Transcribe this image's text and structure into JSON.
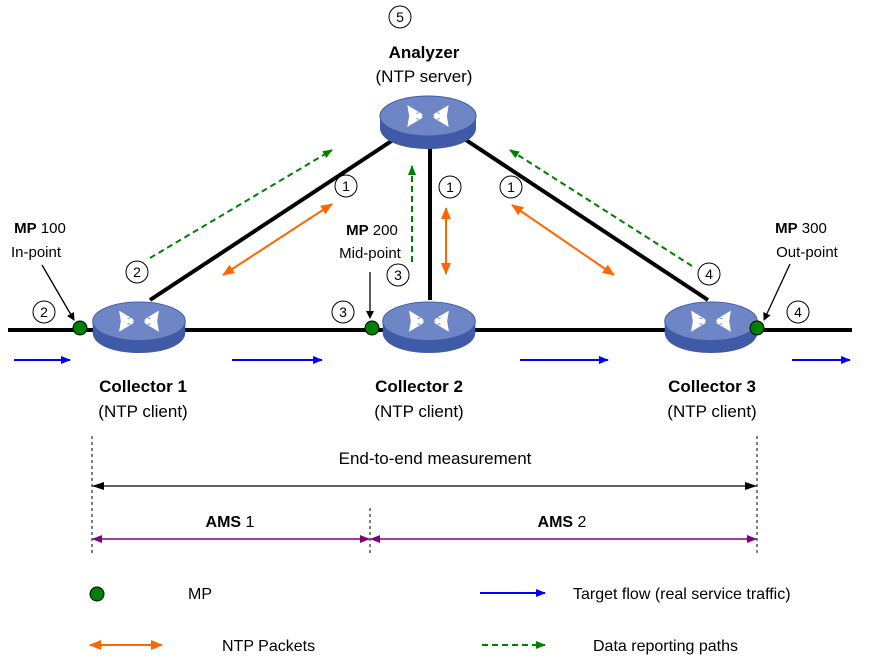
{
  "analyzer": {
    "step": "5",
    "title": "Analyzer",
    "subtitle": "(NTP server)"
  },
  "collectors": [
    {
      "title": "Collector 1",
      "subtitle": "(NTP client)"
    },
    {
      "title": "Collector 2",
      "subtitle": "(NTP client)"
    },
    {
      "title": "Collector 3",
      "subtitle": "(NTP client)"
    }
  ],
  "mps": [
    {
      "label_bold": "MP",
      "label_num": " 100",
      "role": "In-point"
    },
    {
      "label_bold": "MP",
      "label_num": " 200",
      "role": "Mid-point"
    },
    {
      "label_bold": "MP",
      "label_num": " 300",
      "role": "Out-point"
    }
  ],
  "steps": {
    "ntp1": "1",
    "ntp2": "1",
    "ntp3": "1",
    "report1": "2",
    "report1_in": "2",
    "report2": "3",
    "report2_in": "3",
    "report3": "4",
    "report3_out": "4"
  },
  "measurement": {
    "end_to_end": "End-to-end measurement",
    "ams1_bold": "AMS",
    "ams1_num": " 1",
    "ams2_bold": "AMS",
    "ams2_num": " 2"
  },
  "legend": {
    "mp": "MP",
    "ntp": "NTP Packets",
    "target_flow": "Target flow (real service traffic)",
    "data_reporting": "Data reporting paths"
  },
  "colors": {
    "target_flow": "#0000ff",
    "ntp": "#ff6600",
    "report": "#008000",
    "ams": "#800080",
    "mp_dot": "#008000",
    "router_top": "#6f86c6",
    "router_side": "#3f5aa6"
  }
}
